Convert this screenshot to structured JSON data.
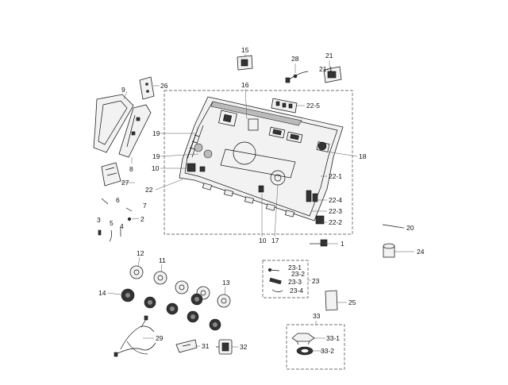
{
  "callouts": {
    "p1": "1",
    "p2": "2",
    "p3": "3",
    "p4": "4",
    "p5": "5",
    "p6": "6",
    "p7": "7",
    "p8": "8",
    "p9": "9",
    "p10_top": "10",
    "p10_bottom": "10",
    "p11": "11",
    "p12": "12",
    "p13": "13",
    "p14": "14",
    "p15": "15",
    "p16": "16",
    "p17": "17",
    "p18": "18",
    "p19_top": "19",
    "p19_bottom": "19",
    "p20": "20",
    "p21": "21",
    "p21_1": "21-1",
    "p22": "22",
    "p22_1": "22-1",
    "p22_2": "22-2",
    "p22_3": "22-3",
    "p22_4": "22-4",
    "p22_5": "22-5",
    "p23": "23",
    "p23_1": "23-1",
    "p23_2": "23-2",
    "p23_3": "23-3",
    "p23_4": "23-4",
    "p24": "24",
    "p25": "25",
    "p26": "26",
    "p27": "27",
    "p28": "28",
    "p29": "29",
    "p31": "31",
    "p32": "32",
    "p33": "33",
    "p33_1": "33-1",
    "p33_2": "33-2"
  }
}
